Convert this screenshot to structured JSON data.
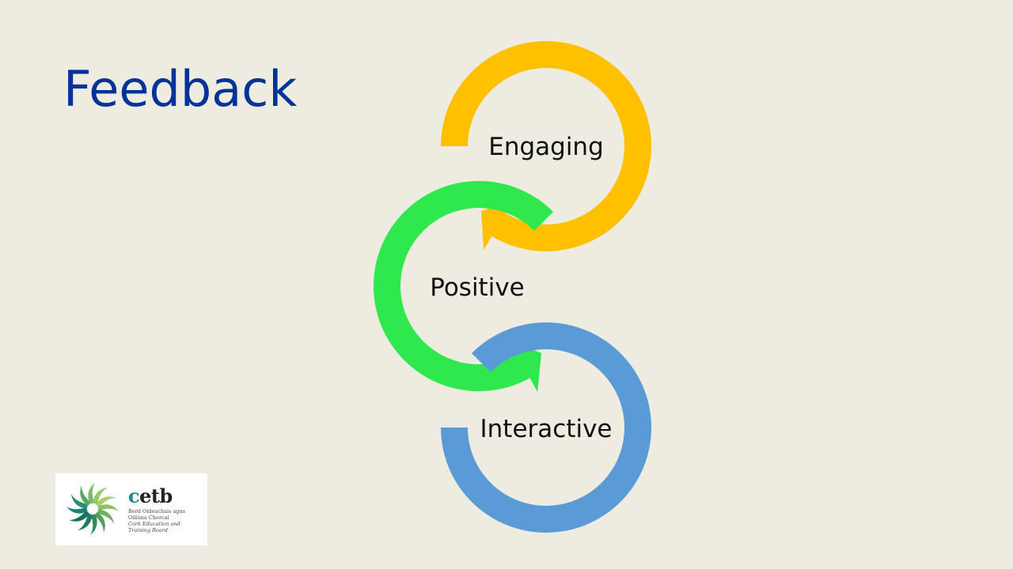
{
  "slide": {
    "title": "Feedback",
    "background": "#eeece1",
    "title_color": "#003399"
  },
  "cycle": {
    "nodes": [
      {
        "label": "Engaging",
        "color": "#ffc000"
      },
      {
        "label": "Positive",
        "color": "#2ee84e"
      },
      {
        "label": "Interactive",
        "color": "#5b9bd5"
      }
    ]
  },
  "logo": {
    "name_accent": "c",
    "name_rest": "etb",
    "line1": "Bord Oideachais agus",
    "line2": "Oiliúna Chorcaí",
    "line3": "Cork Education and",
    "line4": "Training Board"
  }
}
